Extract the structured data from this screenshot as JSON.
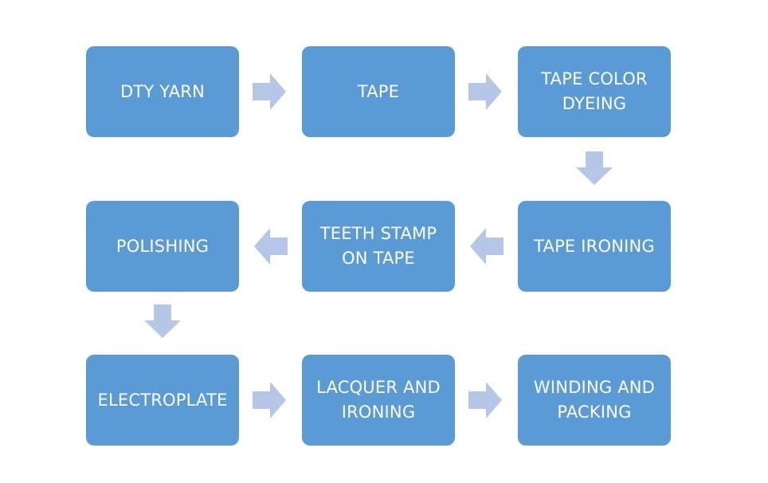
{
  "colors": {
    "box_fill": "#5b9bd5",
    "box_text": "#ffffff",
    "arrow_fill": "#b4c7e7",
    "background": "#ffffff"
  },
  "steps": [
    {
      "label": "DTY YARN"
    },
    {
      "label": "TAPE"
    },
    {
      "label": "TAPE COLOR\nDYEING"
    },
    {
      "label": "TAPE IRONING"
    },
    {
      "label": "TEETH STAMP\nON TAPE"
    },
    {
      "label": "POLISHING"
    },
    {
      "label": "ELECTROPLATE"
    },
    {
      "label": "LACQUER AND\nIRONING"
    },
    {
      "label": "WINDING AND\nPACKING"
    }
  ]
}
